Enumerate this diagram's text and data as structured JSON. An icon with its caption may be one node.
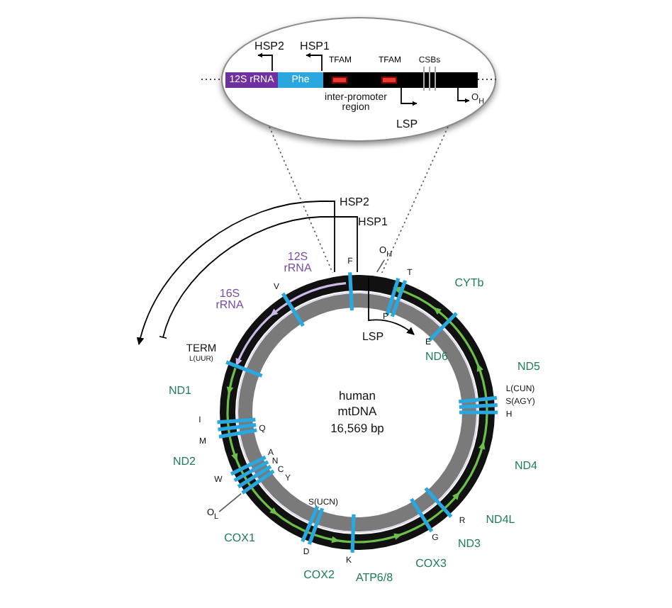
{
  "diagram": {
    "nodes": [
      {
        "text": [],
        "shape": "ellipse"
      },
      {
        "text": [
          "12S rRNA"
        ],
        "in": 0
      },
      {
        "text": [
          "Phe"
        ],
        "in": 0
      },
      {
        "text": [],
        "shape": "bar",
        "in": 0
      },
      {
        "text": [
          "TFAM"
        ],
        "in": 3
      },
      {
        "text": [
          "TFAM"
        ],
        "in": 3
      },
      {
        "text": [
          "human mtDNA 16,569 bp"
        ]
      },
      {
        "text": [
          "O$_{H}$"
        ]
      },
      {
        "text": [
          "O$_{L}$"
        ]
      }
    ],
    "edges": [
      {
        "from": 0,
        "to": 6,
        "arrow": "none",
        "style": "dashed"
      },
      {
        "from": 0,
        "to": 6,
        "arrow": "none",
        "style": "dashed"
      },
      {
        "from": 7,
        "to": 6,
        "arrow": "none"
      },
      {
        "from": 8,
        "to": 6,
        "arrow": "none"
      }
    ],
    "labels": [
      "HSP2",
      "HSP1",
      "CSBs",
      "inter-promoter region",
      "LSP",
      "O$_{H}$",
      "HSP2",
      "HSP1",
      "12S rRNA",
      "16S rRNA",
      "V",
      "F",
      "T",
      "CYTb",
      "P",
      "LSP",
      "E",
      "ND6",
      "ND5",
      "TERM",
      "L(UUR)",
      "ND1",
      "L(CUN)",
      "S(AGY)",
      "H",
      "I",
      "Q",
      "M",
      "ND2",
      "A",
      "N",
      "C",
      "Y",
      "W",
      "ND4",
      "S(UCN)",
      "COX1",
      "ND4L",
      "R",
      "G",
      "ND3",
      "D",
      "K",
      "COX3",
      "COX2",
      "ATP6/8"
    ]
  }
}
